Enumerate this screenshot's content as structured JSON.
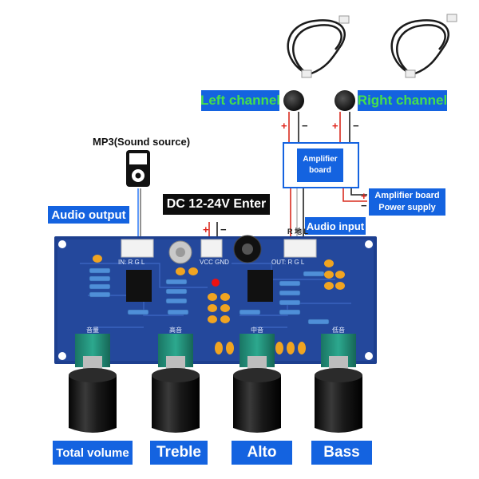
{
  "labels": {
    "left_channel": "Left channel",
    "right_channel": "Right channel",
    "mp3_source": "MP3(Sound source)",
    "dc_enter": "DC 12-24V Enter",
    "audio_output": "Audio output",
    "amplifier_board": "Amplifier board",
    "amplifier_power": "Amplifier board Power supply",
    "audio_input": "Audio input",
    "total_volume": "Total volume",
    "treble": "Treble",
    "alto": "Alto",
    "bass": "Bass"
  },
  "pcb_silkscreen": {
    "in_connector": "IN: R  G  L",
    "vcc_connector": "VCC GND",
    "out_connector": "OUT: R  G  L",
    "audio_input_pins": "R 地 L",
    "knob_volume": "音量",
    "knob_treble": "高音",
    "knob_alto": "中音",
    "knob_bass": "低音"
  },
  "polarity": {
    "plus": "+",
    "minus": "−"
  },
  "colors": {
    "label_blue": "#1463e0",
    "channel_green": "#46e04b",
    "pcb_blue": "#1d3f8f",
    "wire_red": "#d92b1f",
    "knob_black": "#141414",
    "pot_teal": "#21907a"
  }
}
